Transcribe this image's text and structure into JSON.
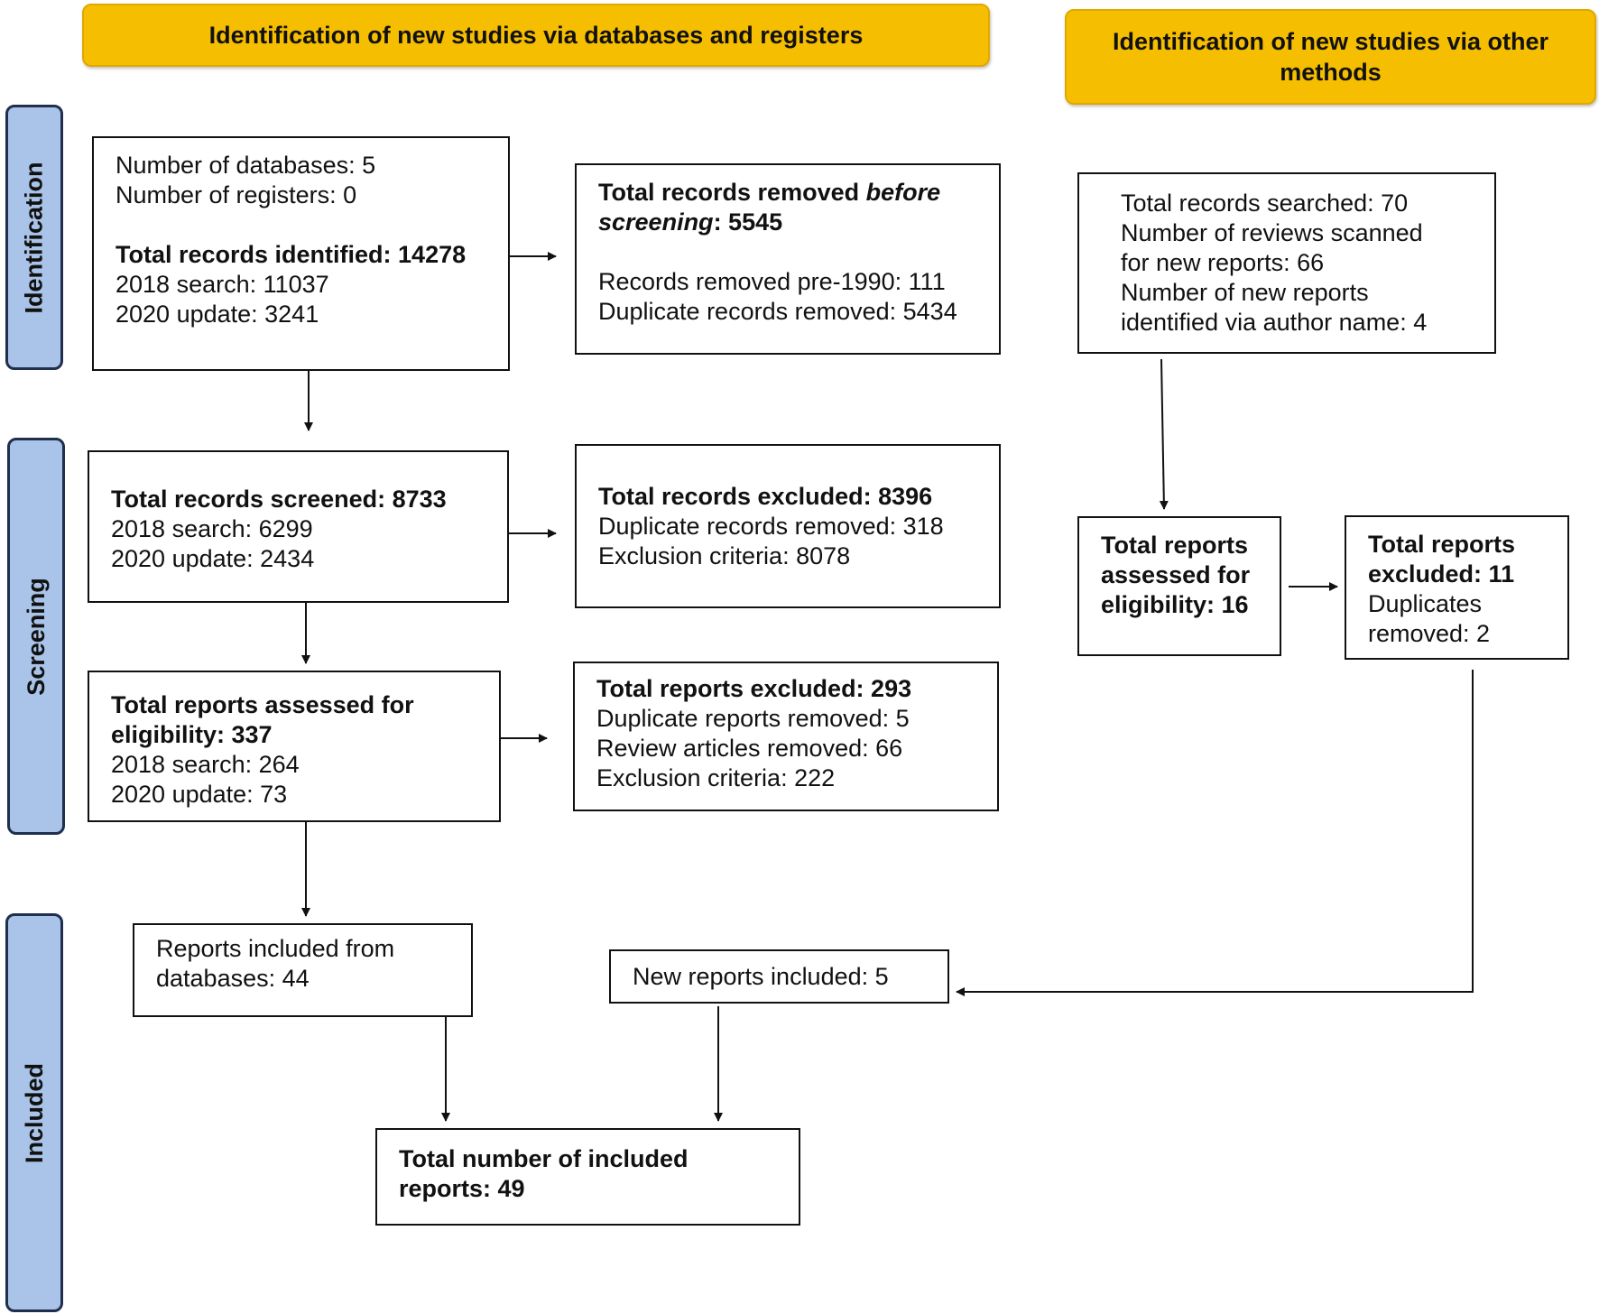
{
  "headers": {
    "databases": "Identification of new studies via databases and registers",
    "other_methods": "Identification of new studies via other methods"
  },
  "phases": {
    "identification": "Identification",
    "screening": "Screening",
    "included": "Included"
  },
  "boxes": {
    "identified": {
      "line1": "Number of databases: 5",
      "line2": "Number of registers: 0",
      "total": "Total records identified: 14278",
      "line3": "2018 search: 11037",
      "line4": "2020 update: 3241"
    },
    "removed_before": {
      "total_prefix": "Total records removed ",
      "total_italic": "before screening",
      "total_suffix": ": 5545",
      "line1": "Records removed pre-1990: 111",
      "line2": "Duplicate records removed: 5434"
    },
    "screened": {
      "total": "Total records screened: 8733",
      "line1": "2018 search: 6299",
      "line2": "2020 update: 2434"
    },
    "excluded": {
      "total": "Total records excluded: 8396",
      "line1": "Duplicate records removed: 318",
      "line2": "Exclusion criteria: 8078"
    },
    "assessed": {
      "total": "Total reports assessed for eligibility: 337",
      "line1": "2018 search: 264",
      "line2": "2020 update: 73"
    },
    "reports_excluded": {
      "total": "Total reports excluded: 293",
      "line1": "Duplicate reports removed: 5",
      "line2": "Review articles removed: 66",
      "line3": "Exclusion criteria: 222"
    },
    "other_searched": {
      "line1": "Total records searched: 70",
      "line2": "Number of reviews scanned for new reports: 66",
      "line3": "Number of new reports identified via author name: 4"
    },
    "other_assessed": {
      "total": "Total reports assessed for eligibility: 16"
    },
    "other_excluded": {
      "total": "Total reports excluded: 11",
      "line1": "Duplicates removed: 2"
    },
    "included_db": {
      "text": "Reports included from databases: 44"
    },
    "new_included": {
      "text": "New reports included: 5"
    },
    "total_included": {
      "total": "Total number of included reports: 49"
    }
  }
}
